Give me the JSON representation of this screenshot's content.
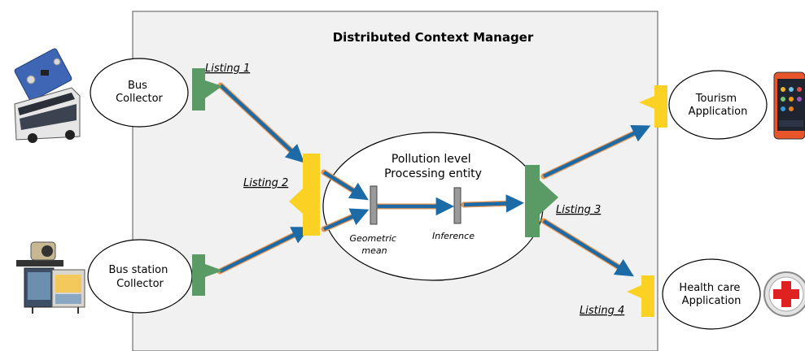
{
  "title": "Distributed Context Manager",
  "collectors": {
    "bus": [
      "Bus",
      "Collector"
    ],
    "bus_station": [
      "Bus station",
      "Collector"
    ]
  },
  "processing": {
    "label": [
      "Pollution level",
      "Processing entity"
    ],
    "geometric_mean": [
      "Geometric",
      "mean"
    ],
    "inference": "Inference"
  },
  "applications": {
    "tourism": [
      "Tourism",
      "Application"
    ],
    "health": [
      "Health care",
      "Application"
    ]
  },
  "listings": {
    "l1": "Listing 1",
    "l2": "Listing 2",
    "l3": "Listing 3",
    "l4": "Listing 4"
  },
  "icons": {
    "bus": "bus-with-sensor-board-icon",
    "bus_station": "bus-station-with-sensor-icon",
    "phone": "smartphone-icon",
    "health": "health-cross-icon"
  },
  "colors": {
    "panel_fill": "#f1f1f1",
    "arrow_blue": "#1c6aa6",
    "arrow_outline": "#e8934e",
    "provider_green": "#5a9a64",
    "consumer_yellow": "#fbd223",
    "filter_gray": "#9a9a9a"
  }
}
